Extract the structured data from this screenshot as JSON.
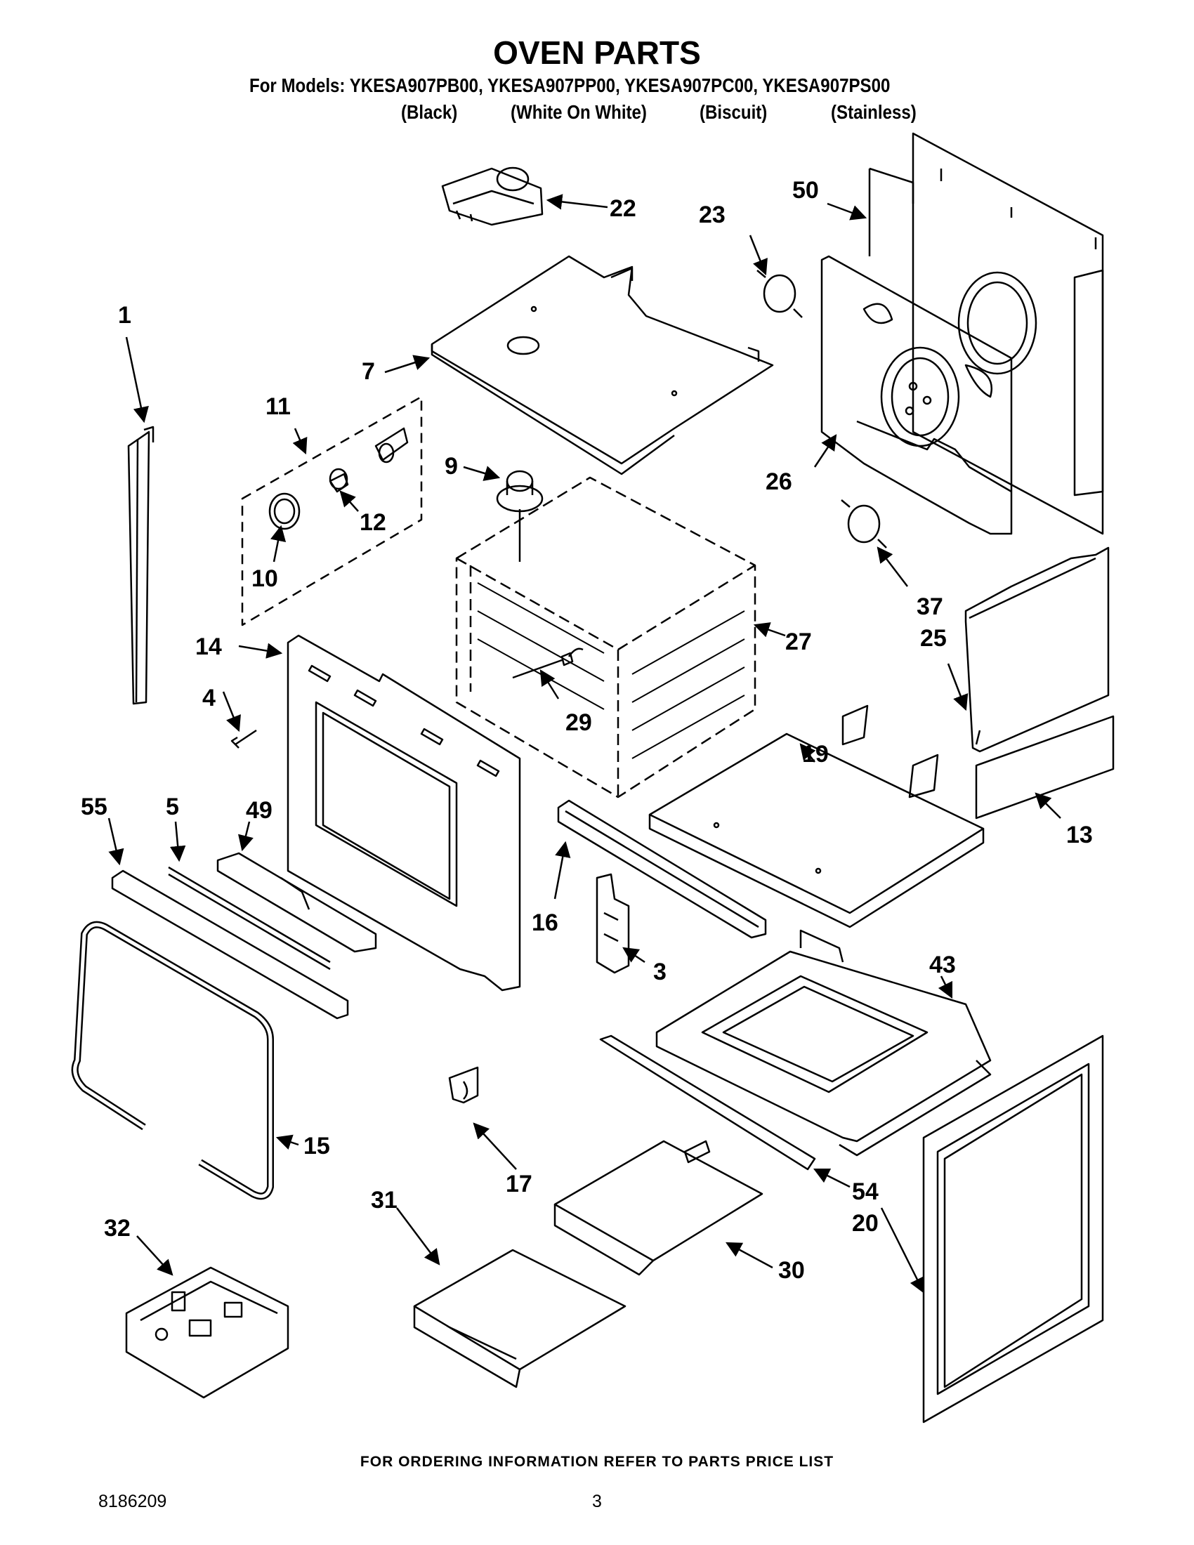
{
  "header": {
    "title": "OVEN PARTS",
    "models_line": "For Models: YKESA907PB00, YKESA907PP00, YKESA907PC00, YKESA907PS00",
    "variants": [
      "(Black)",
      "(White On White)",
      "(Biscuit)",
      "(Stainless)"
    ]
  },
  "parts": [
    {
      "id": "part-1",
      "label": "1"
    },
    {
      "id": "part-3",
      "label": "3"
    },
    {
      "id": "part-4",
      "label": "4"
    },
    {
      "id": "part-5",
      "label": "5"
    },
    {
      "id": "part-7",
      "label": "7"
    },
    {
      "id": "part-9",
      "label": "9"
    },
    {
      "id": "part-10",
      "label": "10"
    },
    {
      "id": "part-11",
      "label": "11"
    },
    {
      "id": "part-12",
      "label": "12"
    },
    {
      "id": "part-13",
      "label": "13"
    },
    {
      "id": "part-14",
      "label": "14"
    },
    {
      "id": "part-15",
      "label": "15"
    },
    {
      "id": "part-16",
      "label": "16"
    },
    {
      "id": "part-17",
      "label": "17"
    },
    {
      "id": "part-19",
      "label": "19"
    },
    {
      "id": "part-20",
      "label": "20"
    },
    {
      "id": "part-22",
      "label": "22"
    },
    {
      "id": "part-23",
      "label": "23"
    },
    {
      "id": "part-25",
      "label": "25"
    },
    {
      "id": "part-26",
      "label": "26"
    },
    {
      "id": "part-27",
      "label": "27"
    },
    {
      "id": "part-29",
      "label": "29"
    },
    {
      "id": "part-30",
      "label": "30"
    },
    {
      "id": "part-31",
      "label": "31"
    },
    {
      "id": "part-32",
      "label": "32"
    },
    {
      "id": "part-37",
      "label": "37"
    },
    {
      "id": "part-43",
      "label": "43"
    },
    {
      "id": "part-49",
      "label": "49"
    },
    {
      "id": "part-50",
      "label": "50"
    },
    {
      "id": "part-54",
      "label": "54"
    },
    {
      "id": "part-55",
      "label": "55"
    }
  ],
  "footer": {
    "ordering_note": "FOR ORDERING INFORMATION REFER TO PARTS PRICE LIST",
    "doc_number": "8186209",
    "page_number": "3"
  }
}
